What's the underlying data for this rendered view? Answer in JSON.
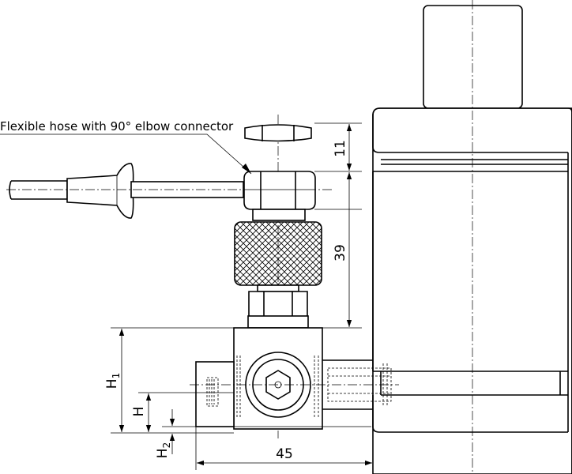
{
  "annotations": {
    "hose_label": "Flexible hose with 90° elbow connector"
  },
  "dimensions": {
    "d11": "11",
    "d39": "39",
    "d45": "45",
    "h1_main": "H",
    "h1_sub": "1",
    "h_main": "H",
    "h2_main": "H",
    "h2_sub": "2"
  }
}
